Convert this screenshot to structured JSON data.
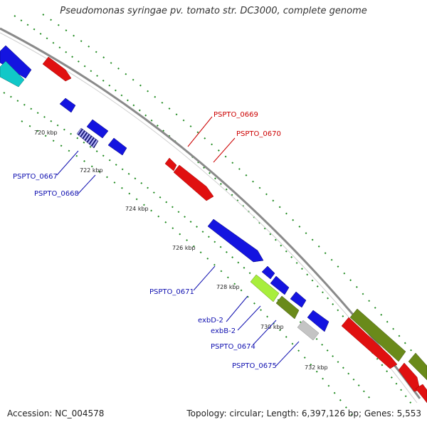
{
  "title": "Pseudomonas syringae pv. tomato str. DC3000, complete genome",
  "footer": {
    "accession": "Accession: NC_004578",
    "summary": "Topology: circular; Length: 6,397,126 bp; Genes: 5,553"
  },
  "colors": {
    "backbone": "#8a8a8a",
    "tick": "#1f8a1f",
    "forward_label": "#cc0000",
    "reverse_label": "#1010b0",
    "gene_red": "#e01010",
    "gene_blue": "#1414e0",
    "gene_cyan": "#10c8c8",
    "gene_olive": "#6a8a1a",
    "gene_lime": "#a8ee3c",
    "gene_gray": "#c4c4c4",
    "gene_navy_striped": "#202080"
  },
  "kbp_labels": [
    "720 kbp",
    "722 kbp",
    "724 kbp",
    "726 kbp",
    "728 kbp",
    "730 kbp",
    "732 kbp"
  ],
  "gene_labels": {
    "PSPTO_0669": "PSPTO_0669",
    "PSPTO_0670": "PSPTO_0670",
    "PSPTO_0667": "PSPTO_0667",
    "PSPTO_0668": "PSPTO_0668",
    "PSPTO_0671": "PSPTO_0671",
    "exbD_2": "exbD-2",
    "exbB_2": "exbB-2",
    "PSPTO_0674": "PSPTO_0674",
    "PSPTO_0675": "PSPTO_0675"
  }
}
